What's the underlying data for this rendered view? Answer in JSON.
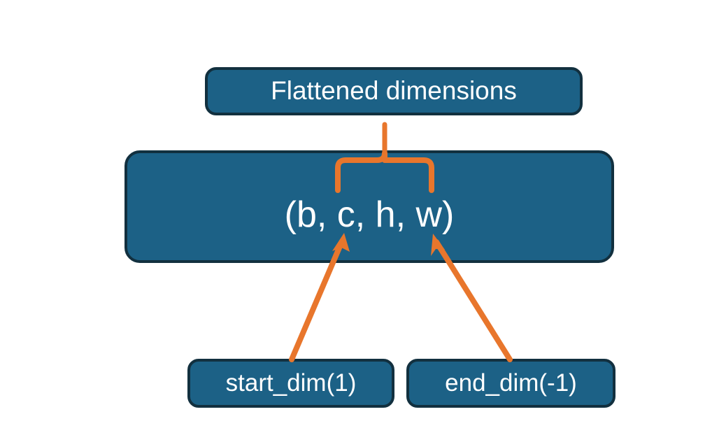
{
  "diagram": {
    "title_node": {
      "label": "Flattened dimensions",
      "name": "flattened-dimensions-box"
    },
    "tensor_node": {
      "label": "(b, c, h, w)",
      "name": "tensor-shape-box"
    },
    "param_nodes": [
      {
        "label": "start_dim(1)",
        "name": "start-dim-box"
      },
      {
        "label": "end_dim(-1)",
        "name": "end-dim-box"
      }
    ],
    "connectors": [
      {
        "name": "brace-to-flattened-dimensions",
        "kind": "curly-brace-up",
        "spans": "c,h,w"
      },
      {
        "name": "arrow-start-dim-to-c",
        "kind": "arrow",
        "from": "start_dim(1)",
        "to": "c"
      },
      {
        "name": "arrow-end-dim-to-w",
        "kind": "arrow",
        "from": "end_dim(-1)",
        "to": "w"
      }
    ],
    "colors": {
      "box_fill": "#1c6186",
      "box_border": "#12303f",
      "accent": "#e8762c",
      "text": "#ffffff",
      "background": "#ffffff"
    }
  }
}
